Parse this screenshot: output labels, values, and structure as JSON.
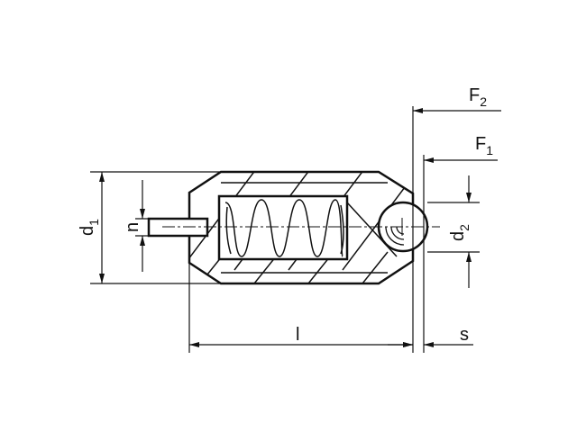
{
  "labels": {
    "F2": "F",
    "F2_sub": "2",
    "F1": "F",
    "F1_sub": "1",
    "d1": "d",
    "d1_sub": "1",
    "d2": "d",
    "d2_sub": "2",
    "n": "n",
    "l": "l",
    "s": "s"
  },
  "colors": {
    "line": "#111111",
    "background": "#ffffff"
  }
}
